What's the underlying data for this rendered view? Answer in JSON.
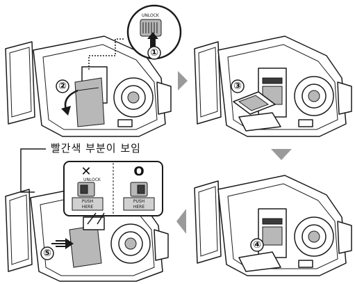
{
  "caption": "빨간색 부분이 보임",
  "steps": [
    "①",
    "②",
    "③",
    "④",
    "⑤"
  ],
  "labels": {
    "unlock": "UNLOCK",
    "push_here": [
      "PUSH",
      "HERE"
    ],
    "wrong_mark": "✕",
    "right_mark": "O"
  }
}
